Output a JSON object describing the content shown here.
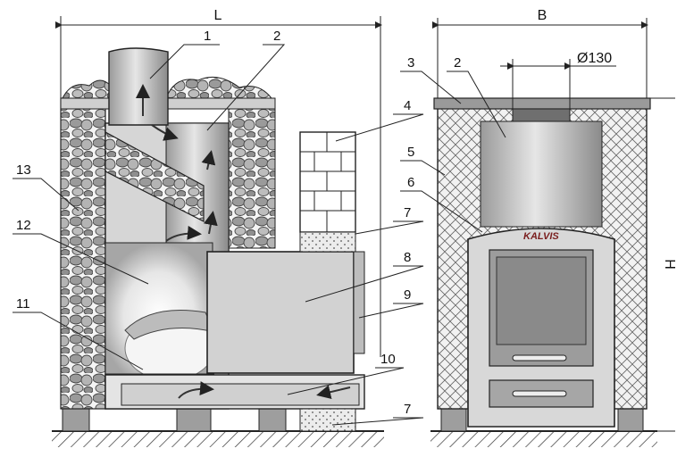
{
  "dimensions": {
    "length_label": "L",
    "width_label": "B",
    "height_label": "H",
    "chimney_diameter_label": "Ø130"
  },
  "brand_label": "KALVIS",
  "side_callouts": [
    {
      "number": "1",
      "part": "chimney pipe"
    },
    {
      "number": "2",
      "part": "heat exchanger"
    },
    {
      "number": "13",
      "part": "stone mesh"
    },
    {
      "number": "12",
      "part": "firebox"
    },
    {
      "number": "11",
      "part": "grate"
    },
    {
      "number": "4",
      "part": "brick wall"
    },
    {
      "number": "7",
      "part": "insulation upper"
    },
    {
      "number": "8",
      "part": "fire tunnel"
    },
    {
      "number": "9",
      "part": "door"
    },
    {
      "number": "10",
      "part": "ash pan"
    },
    {
      "number": "7",
      "part": "insulation lower"
    }
  ],
  "front_callouts": [
    {
      "number": "3",
      "part": "top cover"
    },
    {
      "number": "2",
      "part": "heat exchanger"
    },
    {
      "number": "5",
      "part": "stone mesh"
    },
    {
      "number": "6",
      "part": "front panel"
    }
  ],
  "colors": {
    "steel": "#d4d4d4",
    "steel_dark": "#8c8c8c",
    "stone": "#9e9e9e",
    "insulation": "#e8e8e8",
    "line": "#222222"
  }
}
